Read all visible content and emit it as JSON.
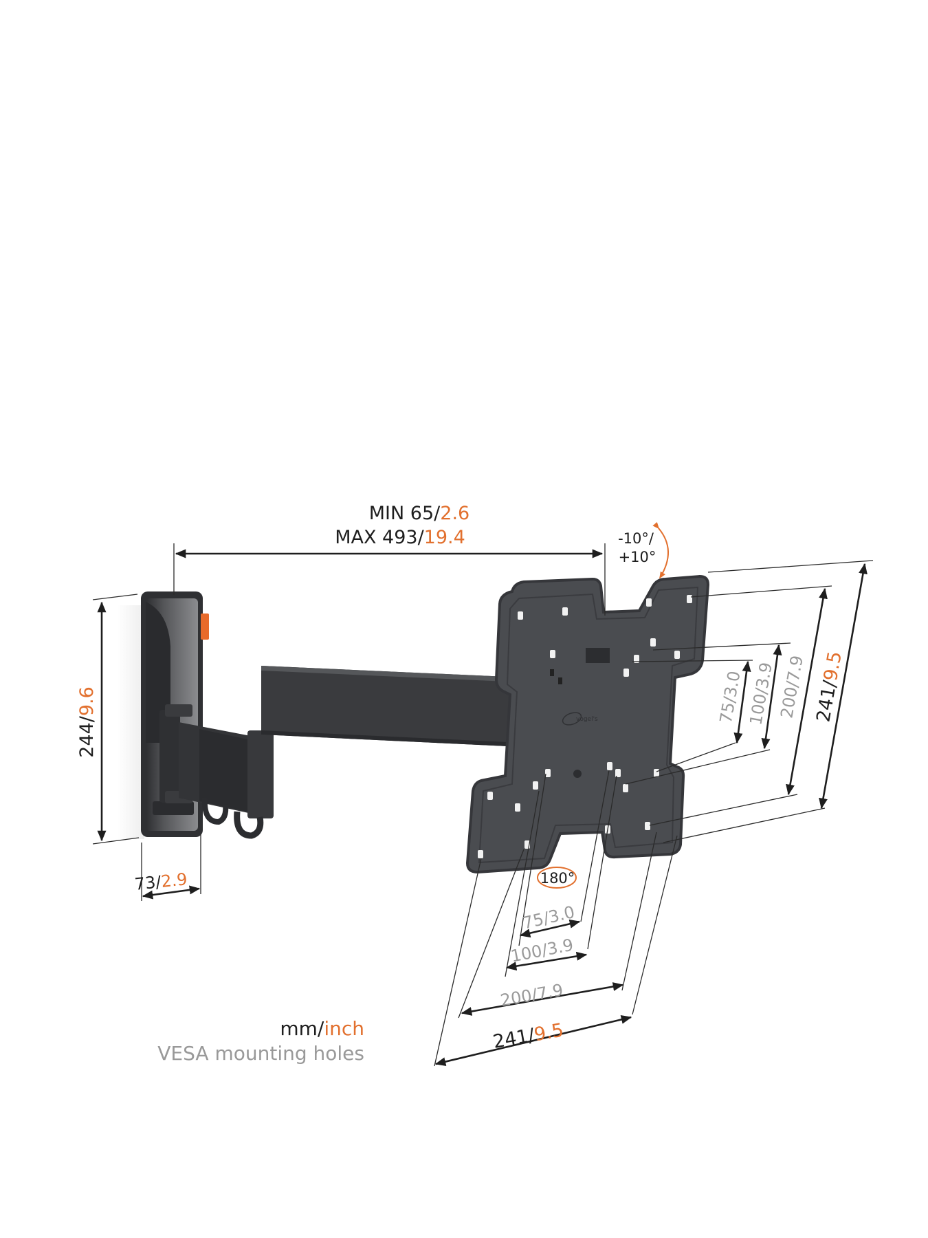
{
  "colors": {
    "mm_text": "#1e1e1e",
    "inch_text": "#e2702e",
    "vesa_text": "#9a9a9a",
    "product": "#3d3f42",
    "background": "#ffffff"
  },
  "dimensions": {
    "arm_extension": {
      "min_label": "MIN 65/",
      "min_inch": "2.6",
      "max_label": "MAX 493/",
      "max_inch": "19.4"
    },
    "tilt": {
      "line1": "-10°/",
      "line2": "+10°"
    },
    "rotation": {
      "label": "180°"
    },
    "wall_plate_height": {
      "mm": "244/",
      "inch": "9.6"
    },
    "wall_plate_depth": {
      "mm": "73/",
      "inch": "2.9"
    },
    "vesa_vertical": [
      {
        "label": "75/3.0"
      },
      {
        "label": "100/3.9"
      },
      {
        "label": "200/7.9"
      }
    ],
    "plate_height": {
      "mm": "241/",
      "inch": "9.5"
    },
    "vesa_horizontal": [
      {
        "label": "75/3.0"
      },
      {
        "label": "100/3.9"
      },
      {
        "label": "200/7.9"
      }
    ],
    "plate_width": {
      "mm": "241/",
      "inch": "9.5"
    }
  },
  "legend": {
    "units_mm": "mm/",
    "units_inch": "inch",
    "vesa_note": "VESA mounting holes"
  },
  "icons": {
    "tilt": "curved-arrow-icon",
    "rotate": "rotation-arrow-icon",
    "brand": "vogels-logo"
  }
}
